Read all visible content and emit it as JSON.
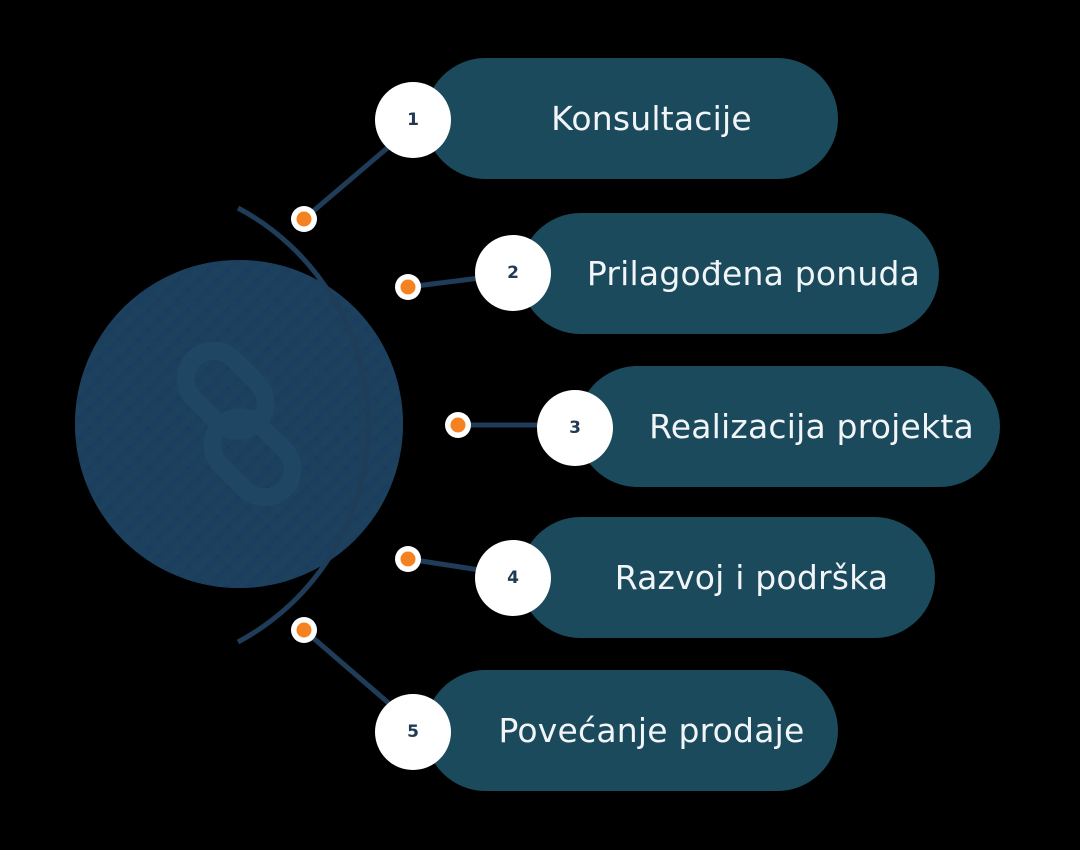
{
  "diagram": {
    "type": "process-steps",
    "center_icon": "link-chain-icon",
    "colors": {
      "background": "#000000",
      "pill": "#1a4a5c",
      "pill_text": "#f2f5f7",
      "number_circle": "#ffffff",
      "number_text": "#1f3a52",
      "arc_line": "#1f3d58",
      "dot": "#f58220",
      "center_circle": "#1d3e5a"
    },
    "steps": [
      {
        "number": "1",
        "label": "Konsultacije"
      },
      {
        "number": "2",
        "label": "Prilagođena ponuda"
      },
      {
        "number": "3",
        "label": "Realizacija projekta"
      },
      {
        "number": "4",
        "label": "Razvoj i podrška"
      },
      {
        "number": "5",
        "label": "Povećanje prodaje"
      }
    ]
  }
}
